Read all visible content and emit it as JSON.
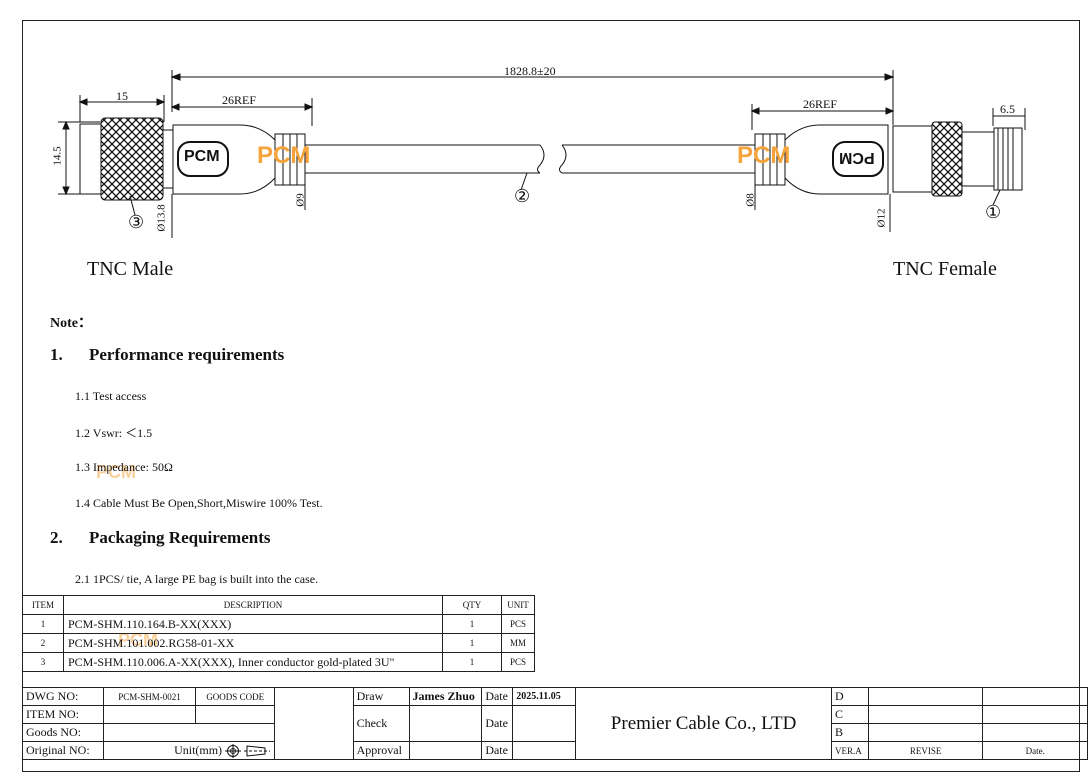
{
  "drawing": {
    "overall_length": "1828.8±20",
    "dims": {
      "male_length": "15",
      "left_ref": "26REF",
      "right_ref": "26REF",
      "female_tip": "6.5",
      "height": "14.5",
      "male_dia": "Ø13.8",
      "left_boot_dia": "Ø9",
      "right_boot_dia": "Ø8",
      "female_dia": "Ø12"
    },
    "callouts": {
      "c1": "①",
      "c2": "②",
      "c3": "③"
    },
    "boot_logo": "PCM",
    "watermark": "PCM",
    "left_label": "TNC Male",
    "right_label": "TNC Female"
  },
  "notes": {
    "note_title": "Note：",
    "sec1_num": "1.",
    "sec1_title": "Performance requirements",
    "items1": [
      "1.1 Test access",
      "1.2 Vswr: ＜1.5",
      "1.3 Impedance: 50Ω",
      "1.4 Cable Must Be Open,Short,Miswire 100% Test."
    ],
    "sec2_num": "2.",
    "sec2_title": "Packaging Requirements",
    "items2": [
      "2.1 1PCS/ tie, A large PE bag is built into the case."
    ]
  },
  "bom": {
    "headers": {
      "item": "ITEM",
      "desc": "DESCRIPTION",
      "qty": "QTY",
      "unit": "UNIT"
    },
    "rows": [
      {
        "item": "1",
        "desc": "PCM-SHM.110.164.B-XX(XXX)",
        "qty": "1",
        "unit": "PCS"
      },
      {
        "item": "2",
        "desc": "PCM-SHM.101.002.RG58-01-XX",
        "qty": "1",
        "unit": "MM"
      },
      {
        "item": "3",
        "desc": "PCM-SHM.110.006.A-XX(XXX), Inner conductor gold-plated 3U\"",
        "qty": "1",
        "unit": "PCS"
      }
    ]
  },
  "title_block": {
    "dwg_no_label": "DWG NO:",
    "dwg_no": "PCM-SHM-0021",
    "goods_code": "GOODS CODE",
    "item_no_label": "ITEM NO:",
    "goods_no_label": "Goods NO:",
    "original_no_label": "Original NO:",
    "unit": "Unit(mm)",
    "draw": "Draw",
    "drawer": "James Zhuo",
    "date_label": "Date",
    "date": "2025.11.05",
    "check": "Check",
    "approval": "Approval",
    "company": "Premier Cable Co., LTD",
    "rev_d": "D",
    "rev_c": "C",
    "rev_b": "B",
    "ver": "VER.A",
    "revise": "REVISE",
    "date_col": "Date."
  }
}
